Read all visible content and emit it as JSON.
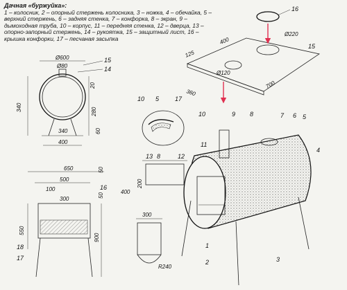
{
  "caption": {
    "title": "Дачная «буржуйка»:",
    "legend": "1 – колосник, 2 – опорный стержень колосника, 3 – ножка, 4 – обечайка, 5 – верхний стержень, 6 – задняя стенка, 7 – конфорка, 8 – экран, 9 – дымоходная труба, 10 – корпус, 11 – передняя стенка, 12 – дверца, 13 – опорно-запорный стержень, 14 – рукоятка, 15 – защитный лист, 16 – крышка конфорки, 17 – песчаная засыпка"
  },
  "front_view": {
    "dims": [
      "Ø600",
      "Ø80",
      "340",
      "280",
      "340",
      "400",
      "20",
      "60"
    ],
    "callouts": [
      "15",
      "14"
    ]
  },
  "top_plate": {
    "dims": [
      "400",
      "125",
      "Ø120",
      "Ø220",
      "360",
      "700"
    ],
    "callouts": [
      "16",
      "15"
    ]
  },
  "detail": {
    "callouts": [
      "10",
      "5",
      "17"
    ]
  },
  "door": {
    "dims": [
      "50",
      "200",
      "400",
      "50"
    ],
    "callouts": [
      "13",
      "8",
      "12"
    ]
  },
  "side_view": {
    "dims": [
      "650",
      "500",
      "100",
      "300",
      "550",
      "900"
    ],
    "callouts": [
      "16",
      "18",
      "17"
    ]
  },
  "grate": {
    "dims": [
      "300",
      "R240"
    ]
  },
  "main_callouts": [
    "10",
    "9",
    "8",
    "7",
    "6",
    "5",
    "11",
    "4",
    "1",
    "2",
    "3"
  ],
  "colors": {
    "arrow": "#e03050",
    "line": "#222222",
    "background": "#f4f4f0"
  }
}
